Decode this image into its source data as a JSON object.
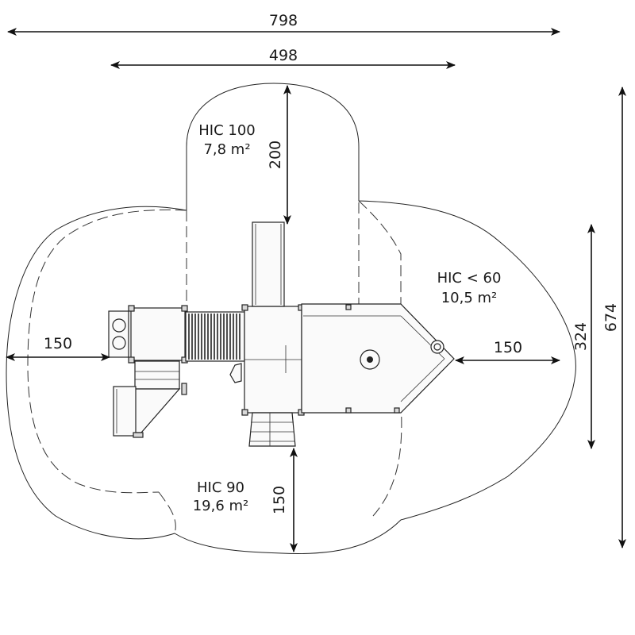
{
  "dimensions": {
    "overall_width": "798",
    "inner_width": "498",
    "overall_depth": "674",
    "equipment_depth": "324",
    "top_clearance": "200",
    "left_clearance": "150",
    "right_clearance": "150",
    "bottom_clearance": "150"
  },
  "zones": {
    "top": {
      "hic": "HIC 100",
      "area": "7,8 m²"
    },
    "right": {
      "hic": "HIC < 60",
      "area": "10,5 m²"
    },
    "bottom": {
      "hic": "HIC 90",
      "area": "19,6 m²"
    }
  }
}
